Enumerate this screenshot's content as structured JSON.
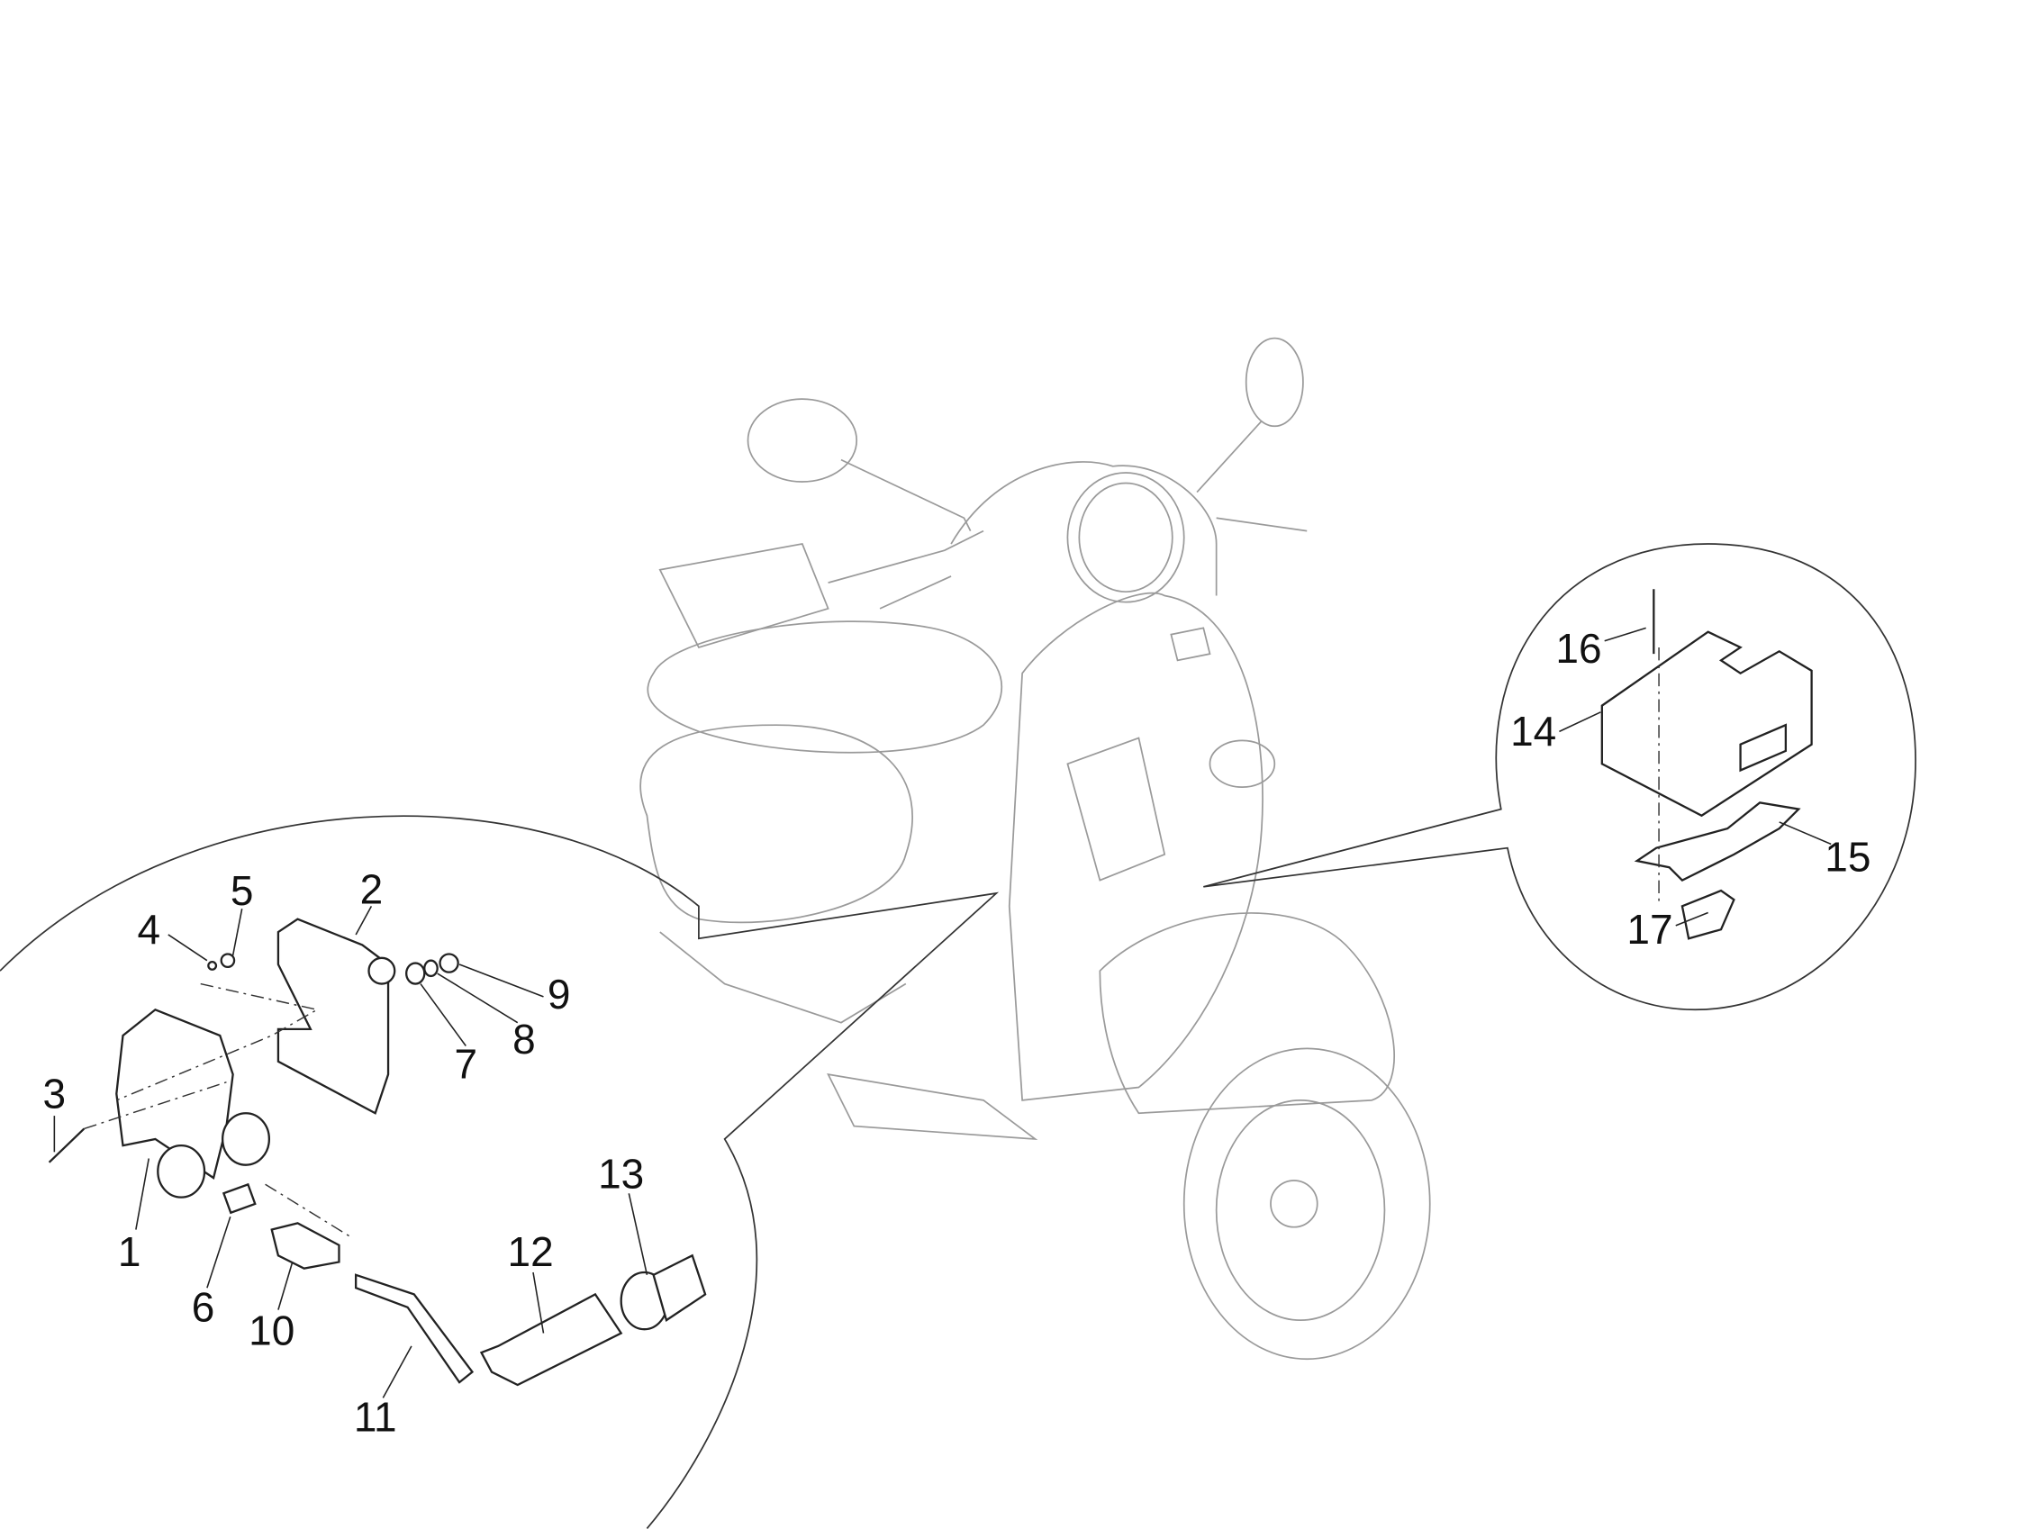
{
  "diagram": {
    "callouts": [
      {
        "id": "1",
        "label": "1"
      },
      {
        "id": "2",
        "label": "2"
      },
      {
        "id": "3",
        "label": "3"
      },
      {
        "id": "4",
        "label": "4"
      },
      {
        "id": "5",
        "label": "5"
      },
      {
        "id": "6",
        "label": "6"
      },
      {
        "id": "7",
        "label": "7"
      },
      {
        "id": "8",
        "label": "8"
      },
      {
        "id": "9",
        "label": "9"
      },
      {
        "id": "10",
        "label": "10"
      },
      {
        "id": "11",
        "label": "11"
      },
      {
        "id": "12",
        "label": "12"
      },
      {
        "id": "13",
        "label": "13"
      },
      {
        "id": "14",
        "label": "14"
      },
      {
        "id": "15",
        "label": "15"
      },
      {
        "id": "16",
        "label": "16"
      },
      {
        "id": "17",
        "label": "17"
      }
    ],
    "colors": {
      "line": "#222222",
      "scooter": "#9a9a9a",
      "background": "#ffffff"
    }
  }
}
